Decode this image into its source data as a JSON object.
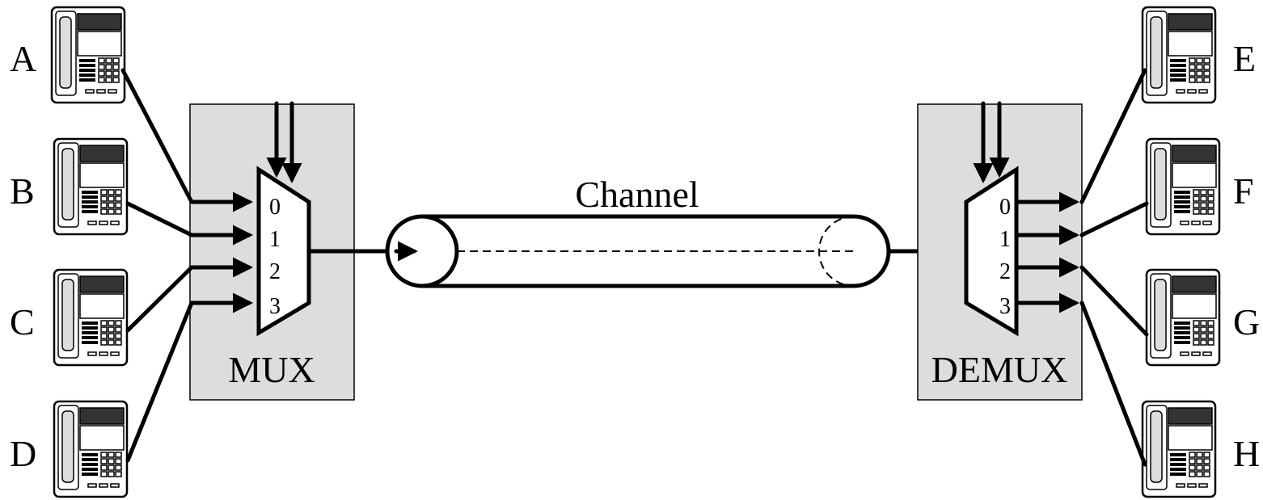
{
  "labels": {
    "channel": "Channel",
    "mux": "MUX",
    "demux": "DEMUX"
  },
  "ports": [
    "0",
    "1",
    "2",
    "3"
  ],
  "phones_left": [
    "A",
    "B",
    "C",
    "D"
  ],
  "phones_right": [
    "E",
    "F",
    "G",
    "H"
  ],
  "colors": {
    "box_fill": "#dddddd",
    "line": "#000000"
  },
  "icons": {
    "phone": "telephone-icon"
  }
}
